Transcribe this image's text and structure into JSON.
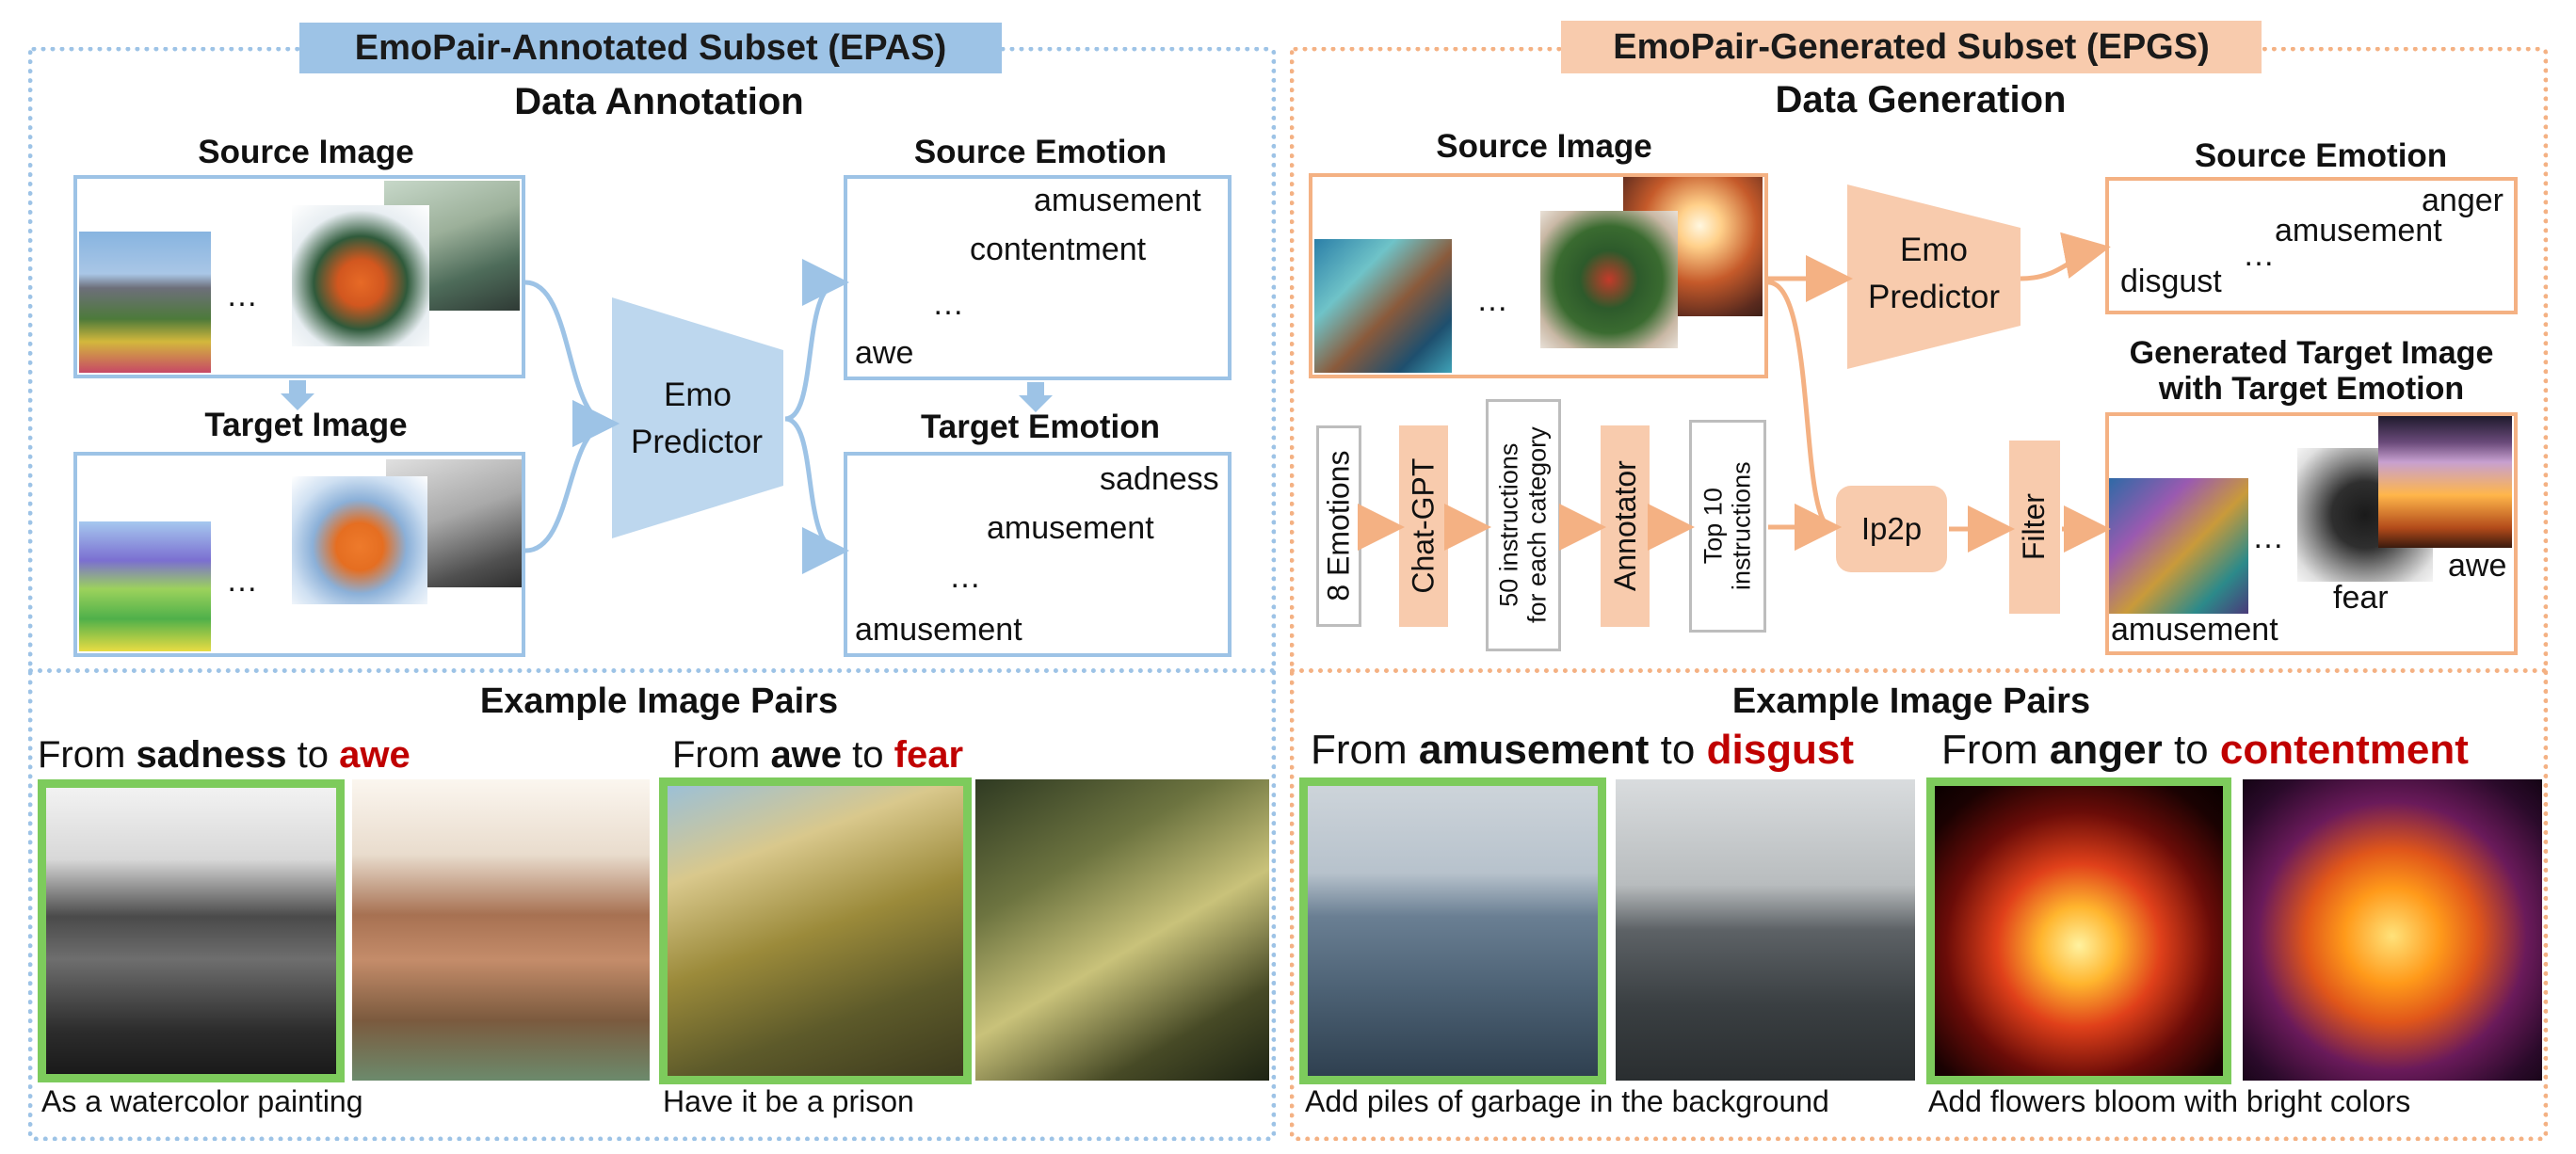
{
  "colors": {
    "blue_border": "#9dc3e6",
    "blue_fill": "#bdd7ee",
    "orange_border": "#f4b183",
    "orange_fill": "#f8cbad",
    "target_red": "#c00000",
    "frame_green": "#7dcb5c"
  },
  "epas": {
    "banner": "EmoPair-Annotated Subset (EPAS)",
    "section_title": "Data Annotation",
    "source_image_label": "Source Image",
    "target_image_label": "Target  Image",
    "predictor_line1": "Emo",
    "predictor_line2": "Predictor",
    "source_emotion_label": "Source Emotion",
    "target_emotion_label": "Target  Emotion",
    "source_emotions": [
      "amusement",
      "contentment",
      "awe"
    ],
    "target_emotions": [
      "sadness",
      "amusement",
      "amusement"
    ],
    "ellipsis": "…",
    "pairs_title": "Example Image Pairs",
    "pair1": {
      "from": "From ",
      "src": "sadness",
      "to": " to ",
      "tgt": "awe",
      "caption": "As a watercolor painting"
    },
    "pair2": {
      "from": "From ",
      "src": "awe",
      "to": " to ",
      "tgt": "fear",
      "caption": "Have it be a prison"
    }
  },
  "epgs": {
    "banner": "EmoPair-Generated Subset (EPGS)",
    "section_title": "Data Generation",
    "source_image_label": "Source Image",
    "predictor_line1": "Emo",
    "predictor_line2": "Predictor",
    "source_emotion_label": "Source Emotion",
    "source_emotions": [
      "anger",
      "amusement",
      "disgust"
    ],
    "generated_label_line1": "Generated Target Image",
    "generated_label_line2": "with Target  Emotion",
    "generated_emotions": [
      "amusement",
      "fear",
      "awe"
    ],
    "pipeline": [
      "8 Emotions",
      "Chat-GPT",
      "50 instructions for each category",
      "Annotator",
      "Top 10 instructions",
      "Ip2p",
      "Filter"
    ],
    "pipeline_50_line1": "50 instructions",
    "pipeline_50_line2": "for each category",
    "pipeline_top_line1": "Top 10",
    "pipeline_top_line2": "instructions",
    "ellipsis": "…",
    "pairs_title": "Example Image Pairs",
    "pair1": {
      "from": "From ",
      "src": "amusement",
      "to": " to ",
      "tgt": "disgust",
      "caption": "Add piles of garbage in the background"
    },
    "pair2": {
      "from": "From ",
      "src": "anger",
      "to": " to ",
      "tgt": "contentment",
      "caption": "Add flowers bloom with bright colors"
    }
  }
}
